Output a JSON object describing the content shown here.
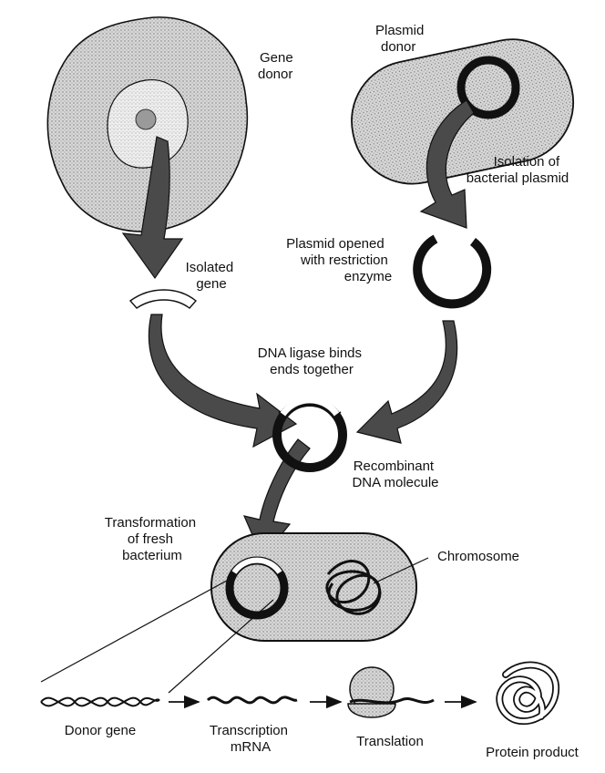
{
  "labels": {
    "gene_donor": [
      "Gene",
      "donor"
    ],
    "plasmid_donor": [
      "Plasmid",
      "donor"
    ],
    "isolation_plasmid": [
      "Isolation of",
      "bacterial plasmid"
    ],
    "isolated_gene": [
      "Isolated",
      "gene"
    ],
    "plasmid_opened": [
      "Plasmid opened",
      "with restriction",
      "enzyme"
    ],
    "dna_ligase": [
      "DNA ligase binds",
      "ends together"
    ],
    "recombinant": [
      "Recombinant",
      "DNA molecule"
    ],
    "transformation": [
      "Transformation",
      "of fresh",
      "bacterium"
    ],
    "chromosome": [
      "Chromosome"
    ],
    "donor_gene": [
      "Donor gene"
    ],
    "transcription": [
      "Transcription",
      "mRNA"
    ],
    "translation": [
      "Translation"
    ],
    "protein_product": [
      "Protein product"
    ]
  },
  "colors": {
    "ink": "#111111",
    "cell_fill": "#cfcfcf",
    "nucleus_fill": "#e6e6e6",
    "arrow_fill": "#4a4a4a"
  }
}
